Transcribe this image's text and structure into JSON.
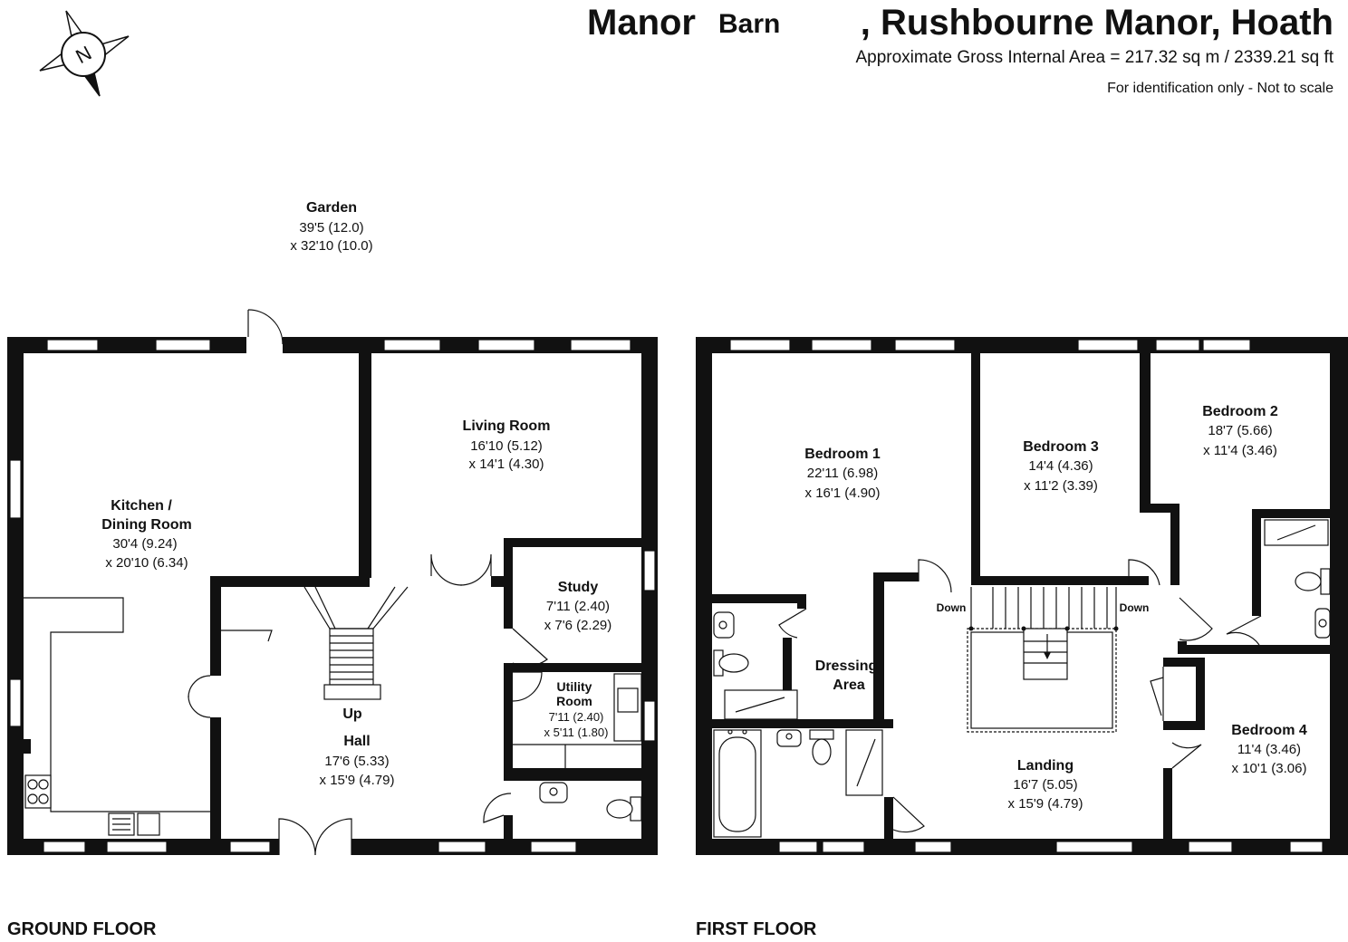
{
  "header": {
    "title_main": "Manor",
    "title_barn": "Barn",
    "title_rest": ", Rushbourne Manor, Hoath",
    "area": "Approximate Gross Internal Area = 217.32 sq m / 2339.21 sq ft",
    "disclaimer": "For identification only - Not to scale"
  },
  "compass": {
    "letter": "N",
    "icon": "compass-icon"
  },
  "floors": {
    "ground": "GROUND FLOOR",
    "first": "FIRST FLOOR"
  },
  "garden": {
    "name": "Garden",
    "dim1": "39'5 (12.0)",
    "dim2": "x 32'10 (10.0)"
  },
  "ground_rooms": {
    "kitchen": {
      "name1": "Kitchen /",
      "name2": "Dining Room",
      "dim1": "30'4 (9.24)",
      "dim2": "x 20'10 (6.34)"
    },
    "living": {
      "name": "Living Room",
      "dim1": "16'10 (5.12)",
      "dim2": "x 14'1 (4.30)"
    },
    "study": {
      "name": "Study",
      "dim1": "7'11 (2.40)",
      "dim2": "x 7'6 (2.29)"
    },
    "utility": {
      "name1": "Utility",
      "name2": "Room",
      "dim1": "7'11 (2.40)",
      "dim2": "x 5'11 (1.80)"
    },
    "hall": {
      "name": "Hall",
      "dim1": "17'6 (5.33)",
      "dim2": "x 15'9 (4.79)"
    },
    "stairs_up": "Up"
  },
  "first_rooms": {
    "bed1": {
      "name": "Bedroom 1",
      "dim1": "22'11 (6.98)",
      "dim2": "x 16'1 (4.90)"
    },
    "bed3": {
      "name": "Bedroom 3",
      "dim1": "14'4 (4.36)",
      "dim2": "x 11'2 (3.39)"
    },
    "bed2": {
      "name": "Bedroom 2",
      "dim1": "18'7 (5.66)",
      "dim2": "x 11'4 (3.46)"
    },
    "bed4": {
      "name": "Bedroom 4",
      "dim1": "11'4 (3.46)",
      "dim2": "x 10'1 (3.06)"
    },
    "dressing": {
      "name1": "Dressing",
      "name2": "Area"
    },
    "landing": {
      "name": "Landing",
      "dim1": "16'7 (5.05)",
      "dim2": "x 15'9 (4.79)"
    },
    "down_left": "Down",
    "down_right": "Down"
  }
}
